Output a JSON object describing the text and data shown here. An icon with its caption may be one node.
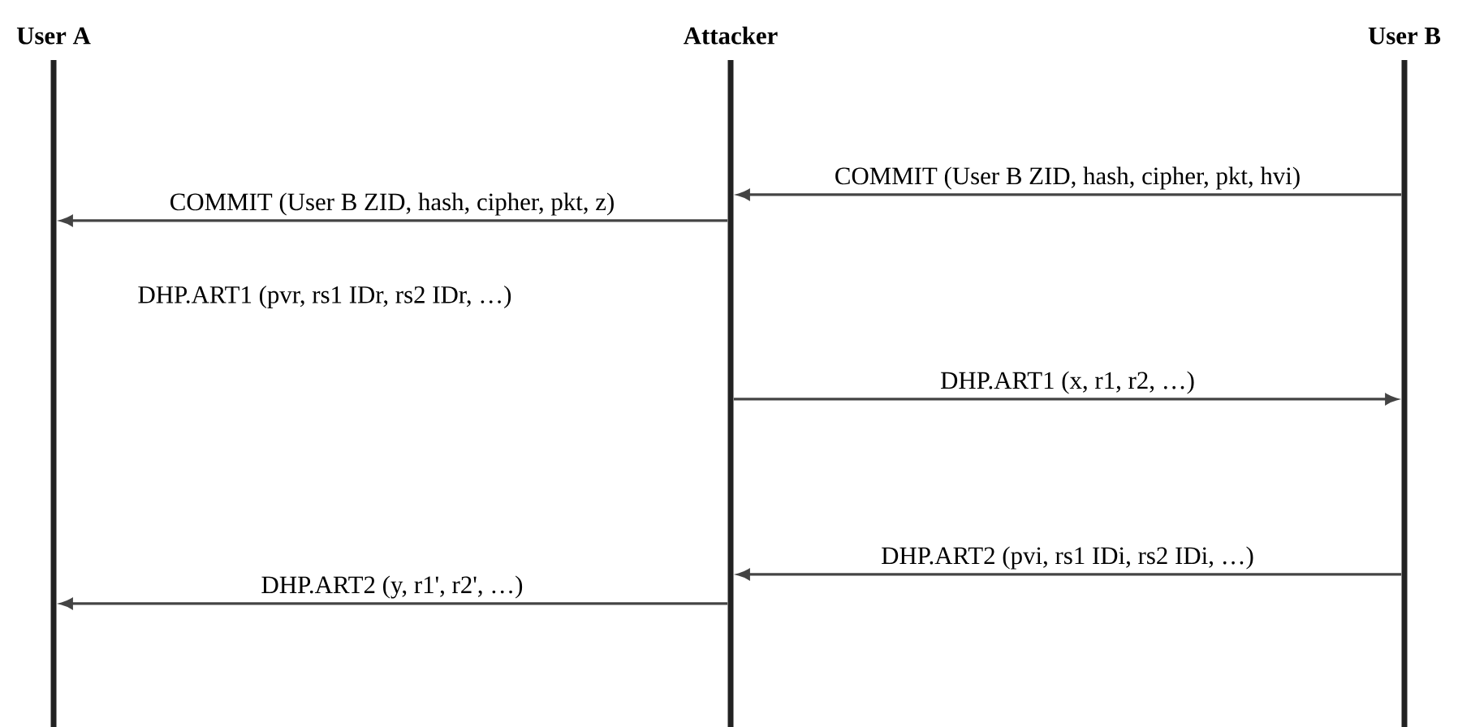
{
  "diagram": {
    "nodes": [
      {
        "text": [
          "User A"
        ]
      },
      {
        "text": [
          "Attacker"
        ]
      },
      {
        "text": [
          "User B"
        ]
      }
    ],
    "edges": [
      {
        "from": 2,
        "to": 1,
        "arrow": "to",
        "label": "COMMIT (User B ZID, hash, cipher, pkt, hvi)"
      },
      {
        "from": 1,
        "to": 0,
        "arrow": "to",
        "label": "COMMIT (User B ZID, hash, cipher, pkt, z)"
      },
      {
        "from": 1,
        "to": 2,
        "arrow": "to",
        "label": "DHP.ART1 (x, r1, r2, …)"
      },
      {
        "from": 2,
        "to": 1,
        "arrow": "to",
        "label": "DHP.ART2 (pvi, rs1 IDi, rs2 IDi, …)"
      },
      {
        "from": 1,
        "to": 0,
        "arrow": "to",
        "label": "DHP.ART2 (y, r1', r2', …)"
      }
    ],
    "labels": [
      "DHP.ART1 (pvr, rs1 IDr, rs2 IDr, …)"
    ]
  }
}
